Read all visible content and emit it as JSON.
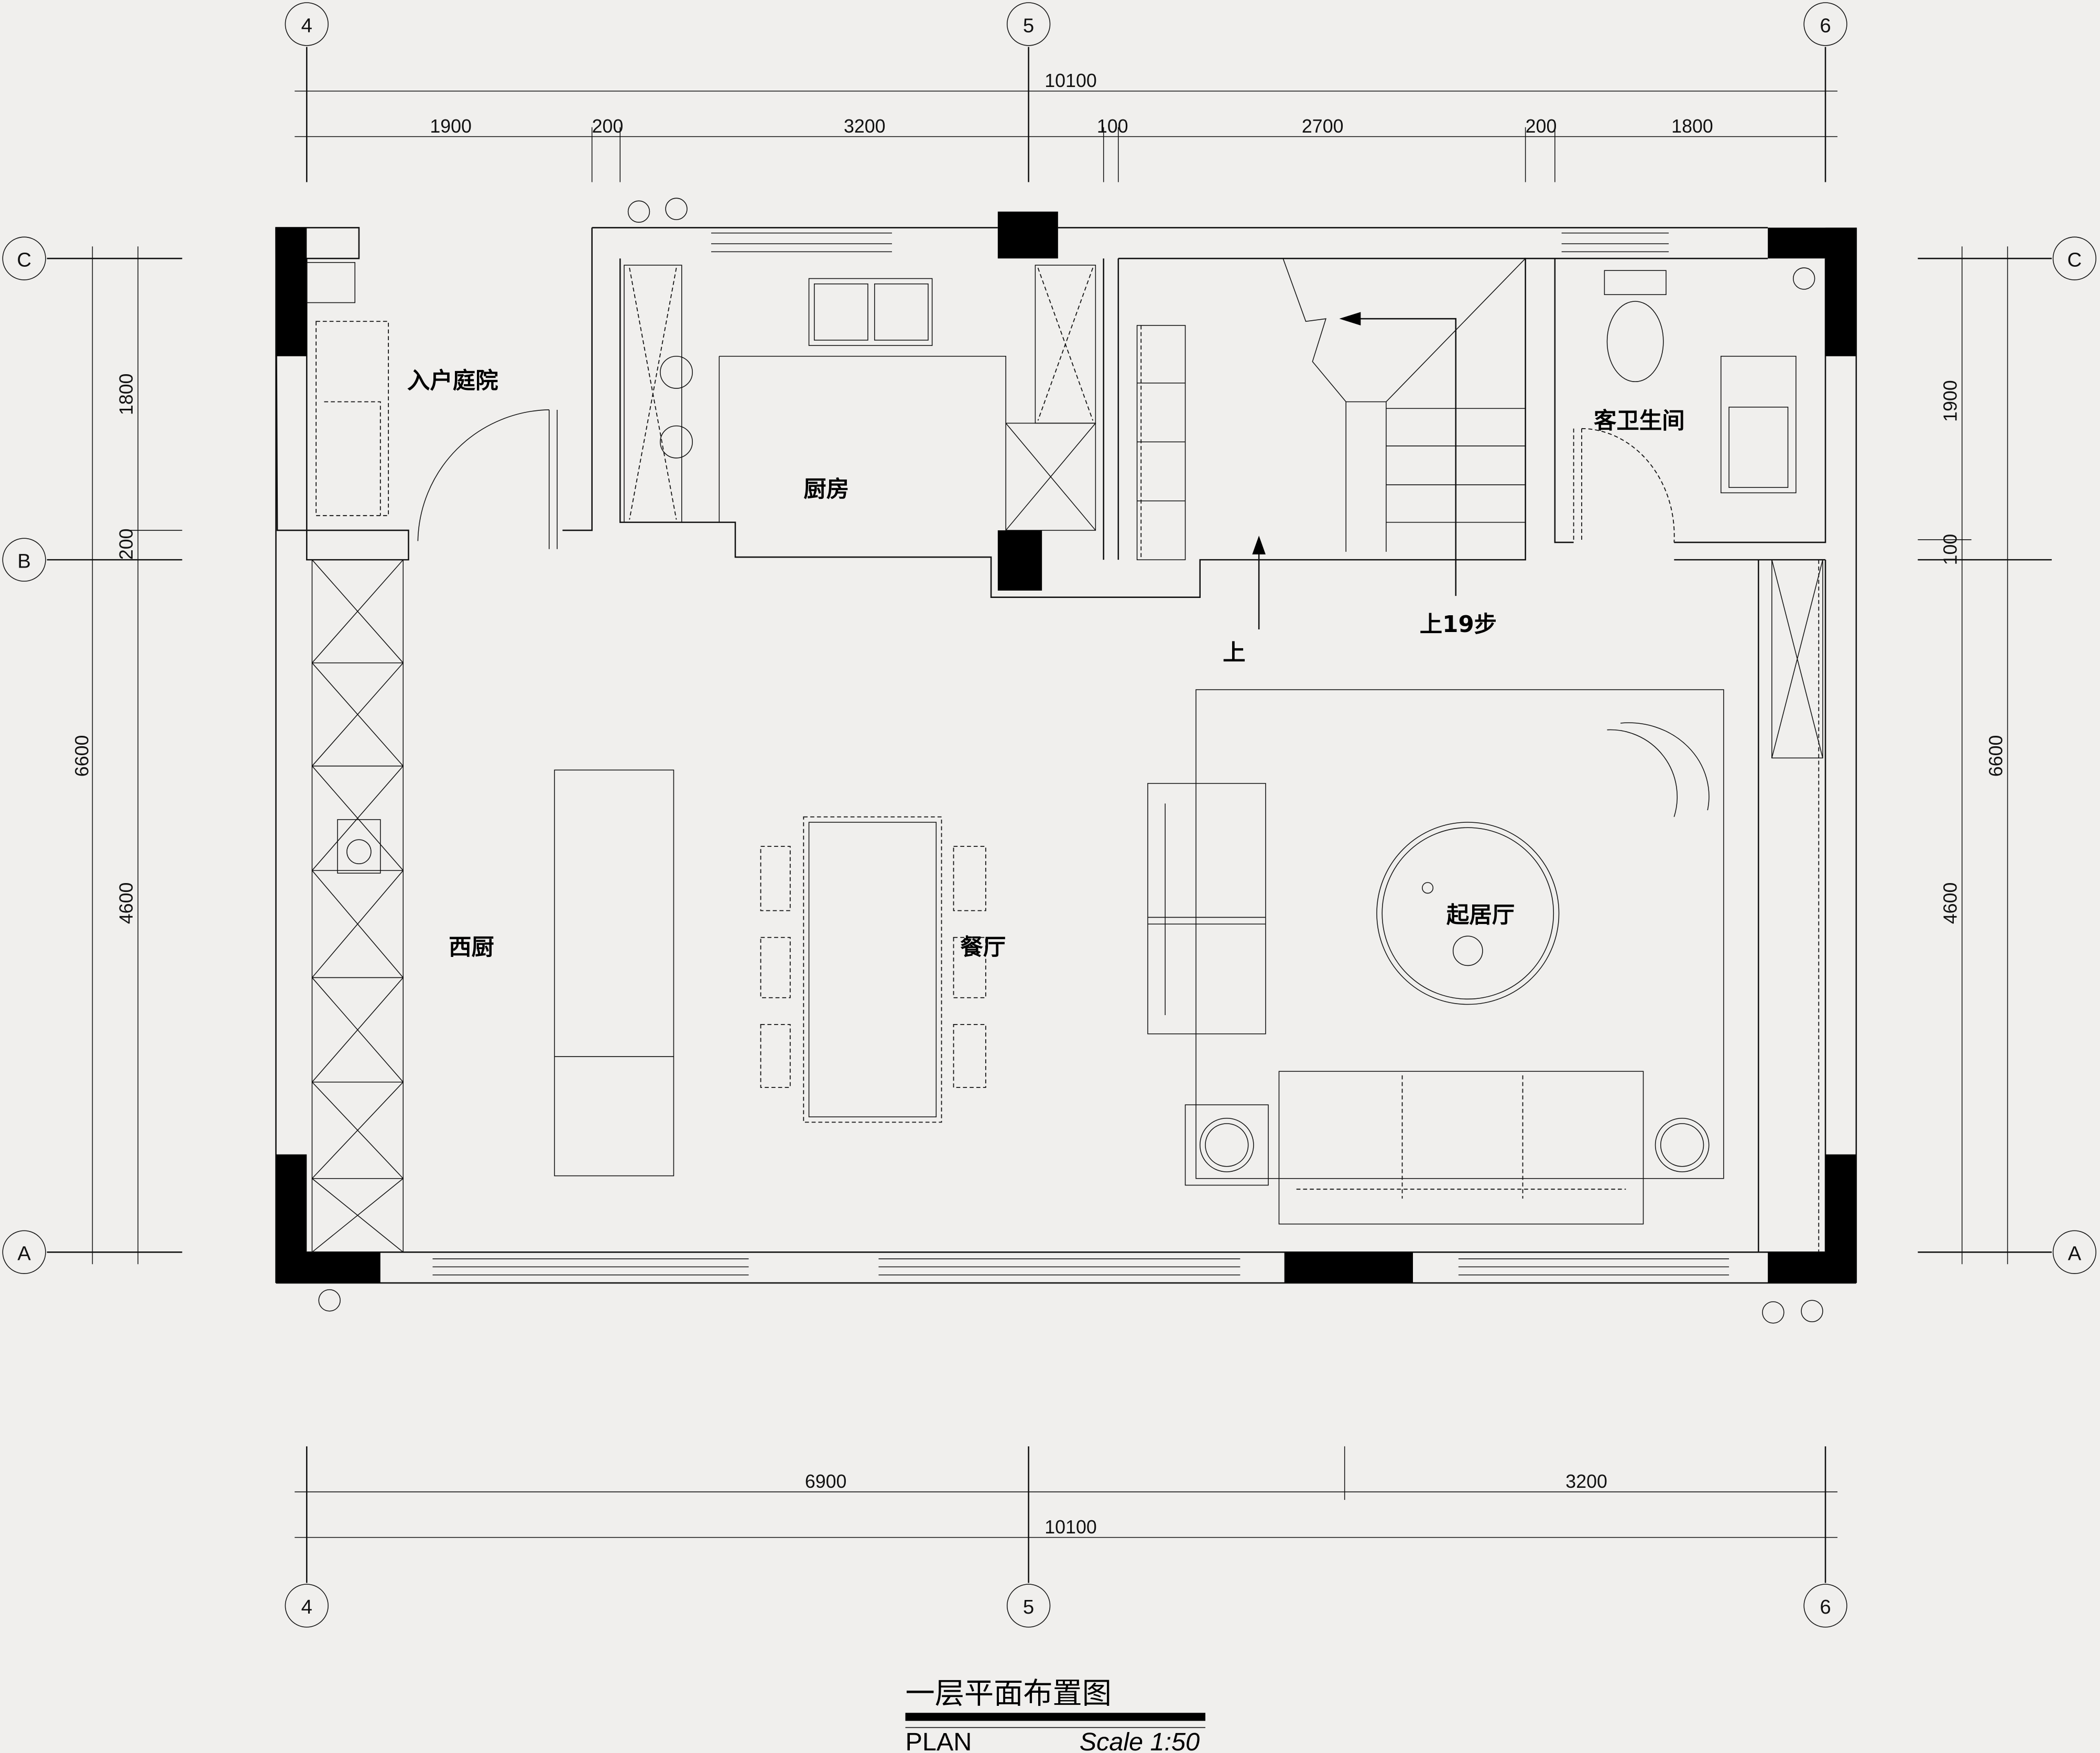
{
  "axes": {
    "columns": [
      "4",
      "5",
      "6"
    ],
    "rows": [
      "C",
      "B",
      "A"
    ]
  },
  "dimensions": {
    "top_total": "10100",
    "top_segments": [
      "1900",
      "200",
      "3200",
      "100",
      "2700",
      "200",
      "1800"
    ],
    "bottom_segments": [
      "6900",
      "3200"
    ],
    "bottom_total": "10100",
    "left_total": "6600",
    "left_segments": [
      "1800",
      "200",
      "4600"
    ],
    "right_total": "6600",
    "right_segments": [
      "1900",
      "100",
      "4600"
    ]
  },
  "rooms": {
    "entry_courtyard": "入户庭院",
    "kitchen": "厨房",
    "guest_bathroom": "客卫生间",
    "stair_up": "上",
    "stair_steps": "上19步",
    "western_kitchen": "西厨",
    "dining": "餐厅",
    "living": "起居厅"
  },
  "title_block": {
    "title": "一层平面布置图",
    "plan_label": "PLAN",
    "scale": "Scale 1:50"
  }
}
